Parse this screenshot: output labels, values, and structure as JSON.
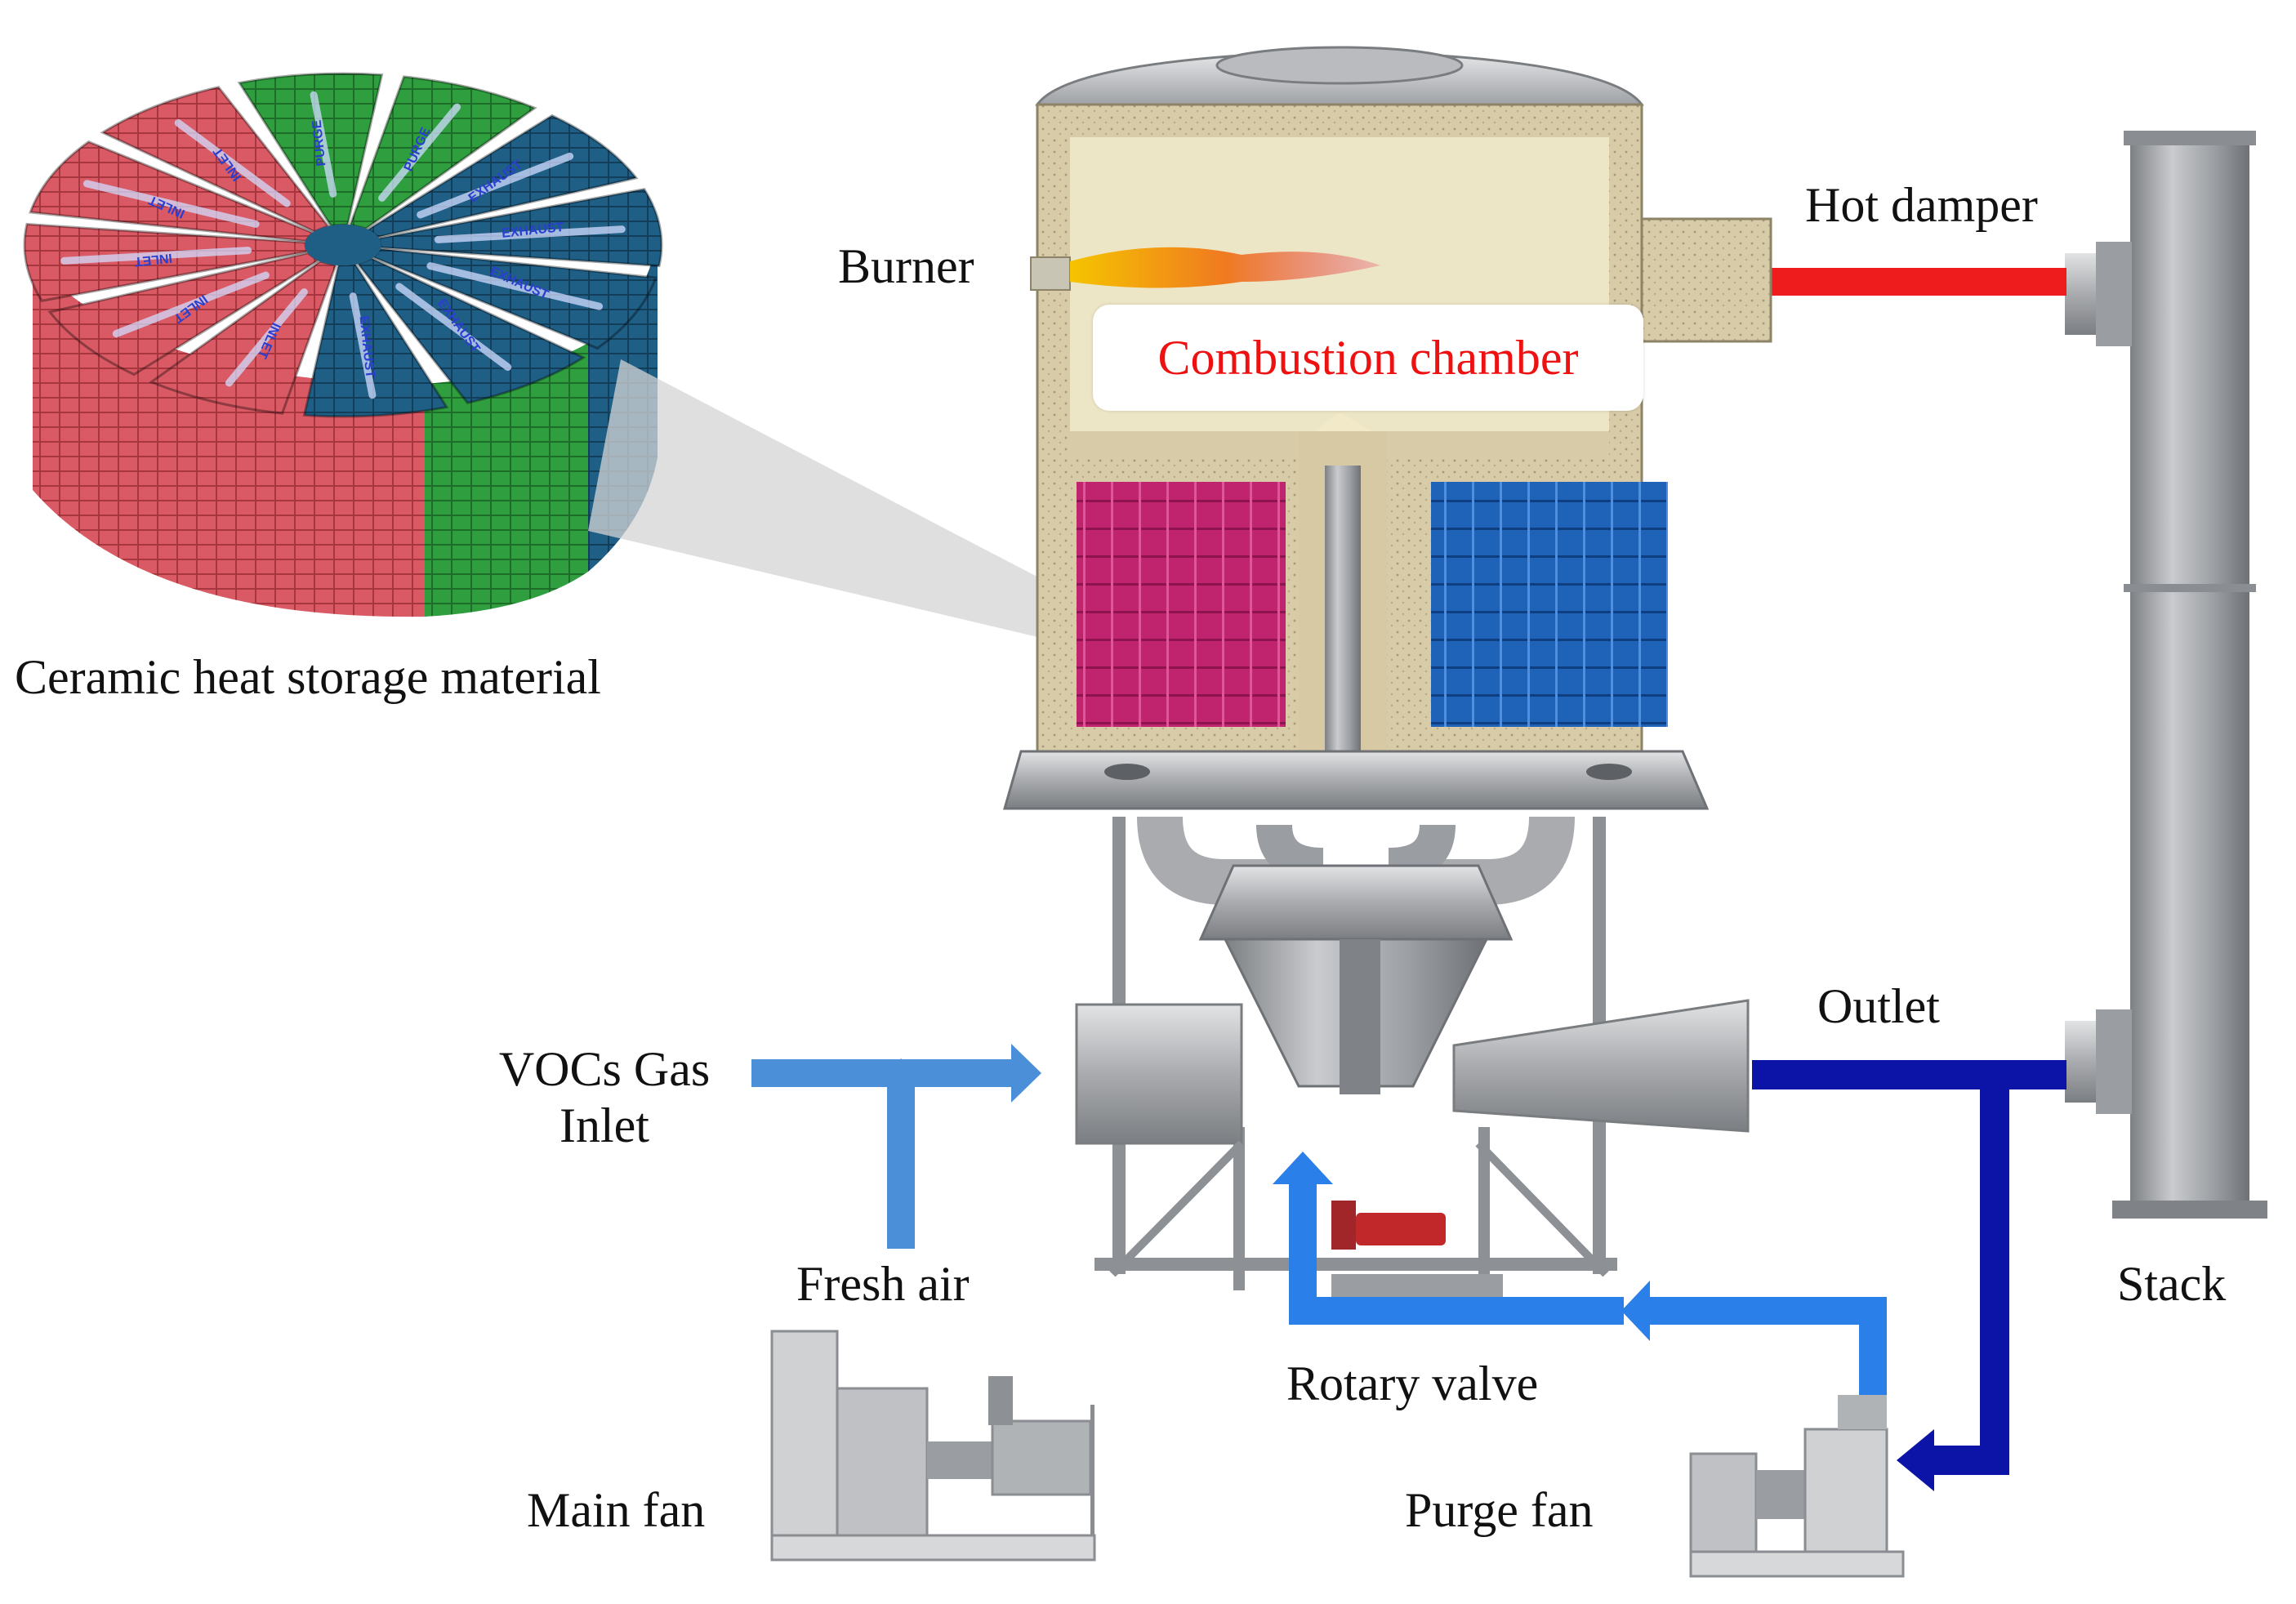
{
  "labels": {
    "ceramic": "Ceramic heat storage material",
    "burner": "Burner",
    "combustion_chamber": "Combustion chamber",
    "hot_damper": "Hot damper",
    "outlet": "Outlet",
    "vocs_inlet_line1": "VOCs Gas",
    "vocs_inlet_line2": "Inlet",
    "fresh_air": "Fresh air",
    "rotary_valve": "Rotary valve",
    "main_fan": "Main fan",
    "purge_fan": "Purge fan",
    "stack": "Stack"
  },
  "colors": {
    "inlet_flow": "#4a8fd8",
    "outlet_flow": "#0c14a8",
    "purge_flow": "#2a7fe8",
    "hot_line": "#ee1c1c",
    "combustion_text": "#ee1111",
    "hot_media": "#c0246e",
    "cold_media": "#1e63b8",
    "steel": "#a9abae",
    "refractory": "#d8cba8",
    "chamber_fill": "#ede6c6",
    "sector_red": "#d95a64",
    "sector_green": "#2f9e3e",
    "sector_blue": "#1f5f86"
  },
  "ceramic_sectors": [
    "INLET",
    "INLET",
    "INLET",
    "INLET",
    "INLET",
    "PURGE",
    "PURGE",
    "EXHAUST",
    "EXHAUST",
    "EXHAUST",
    "EXHAUST",
    "EXHAUST"
  ]
}
